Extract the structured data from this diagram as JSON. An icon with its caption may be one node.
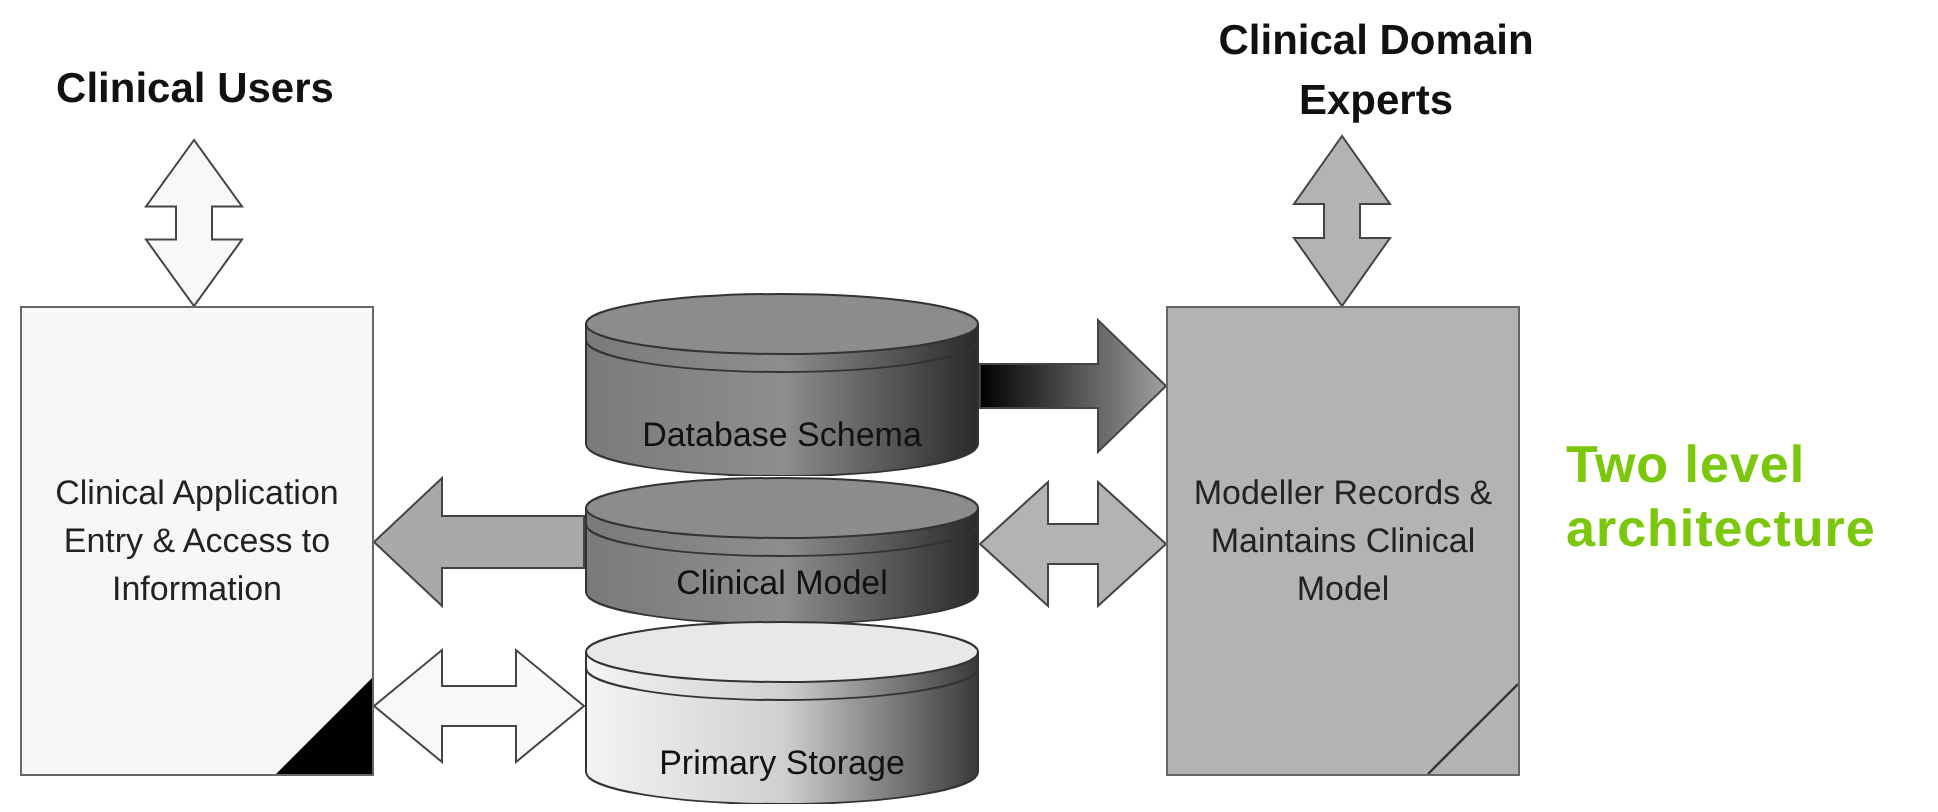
{
  "diagram": {
    "title": "Two level architecture",
    "nodes": [
      {
        "text": [
          "Clinical Users"
        ]
      },
      {
        "text": [
          "Clinical Application Entry & Access to Information"
        ]
      },
      {
        "text": [
          "Database Schema"
        ]
      },
      {
        "text": [
          "Clinical Model"
        ]
      },
      {
        "text": [
          "Primary Storage"
        ]
      },
      {
        "text": [
          "Clinical Domain Experts"
        ]
      },
      {
        "text": [
          "Modeller Records & Maintains Clinical Model"
        ]
      }
    ],
    "edges": [
      {
        "from": 0,
        "to": 1,
        "arrow": "both"
      },
      {
        "from": 3,
        "to": 1,
        "arrow": "to"
      },
      {
        "from": 1,
        "to": 4,
        "arrow": "both"
      },
      {
        "from": 2,
        "to": 6,
        "arrow": "to"
      },
      {
        "from": 3,
        "to": 6,
        "arrow": "both"
      },
      {
        "from": 5,
        "to": 6,
        "arrow": "both"
      }
    ]
  }
}
